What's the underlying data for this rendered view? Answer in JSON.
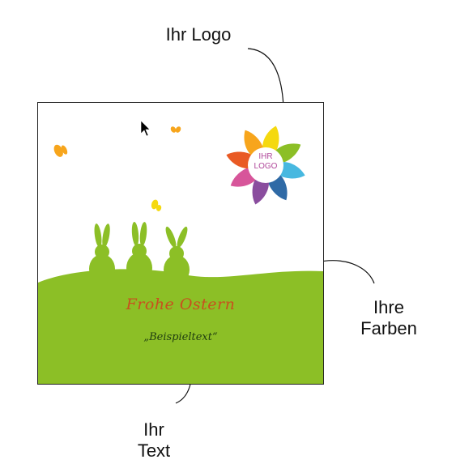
{
  "callouts": {
    "logo": "Ihr Logo",
    "colors": [
      "Ihre",
      "Farben"
    ],
    "text": [
      "Ihr",
      "Text"
    ]
  },
  "card": {
    "greeting": "Frohe Ostern",
    "sample_text": "„Beispieltext“",
    "logo_placeholder": [
      "IHR",
      "LOGO"
    ]
  },
  "colors": {
    "grass": "#8cbf26",
    "greeting": "#c8501e",
    "sample_text": "#1f3d10",
    "logo_text": "#b0479a",
    "butterfly_orange": "#f7a51c",
    "butterfly_yellow": "#f5d90f",
    "logo_petals": [
      "#f5d90f",
      "#8cbf26",
      "#47b8e0",
      "#2f6aa6",
      "#8a4d9e",
      "#d7559a",
      "#e95a24",
      "#f7a51c"
    ]
  },
  "icons": [
    "mouse-cursor-icon",
    "butterfly-icon",
    "bunny-icon",
    "flower-logo-icon"
  ]
}
